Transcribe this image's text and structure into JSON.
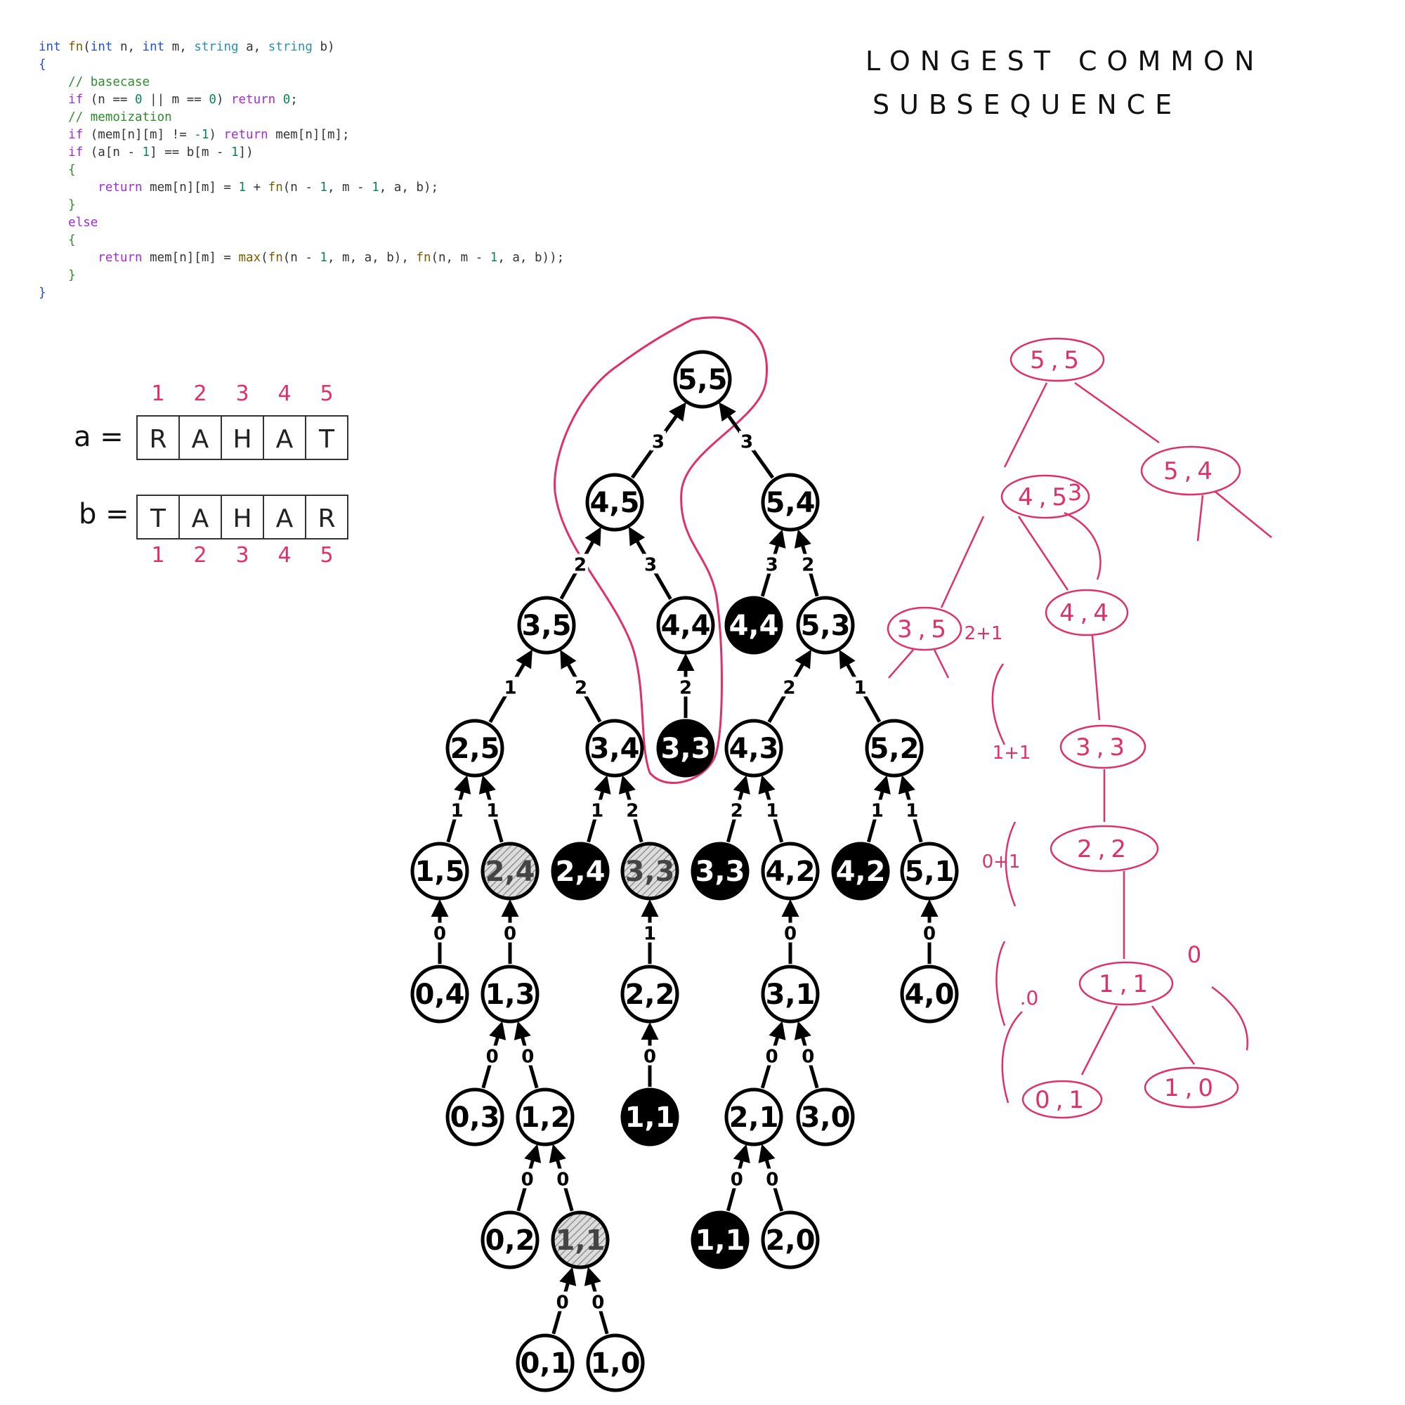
{
  "code": {
    "lines": [
      [
        [
          "kw",
          "int "
        ],
        [
          "fn",
          "fn"
        ],
        [
          "pl",
          "("
        ],
        [
          "kw",
          "int "
        ],
        [
          "pl",
          "n, "
        ],
        [
          "kw",
          "int "
        ],
        [
          "pl",
          "m, "
        ],
        [
          "ty",
          "string "
        ],
        [
          "pl",
          "a, "
        ],
        [
          "ty",
          "string "
        ],
        [
          "pl",
          "b)"
        ]
      ],
      [
        [
          "kw",
          "{"
        ]
      ],
      [
        [
          "pl",
          "    "
        ],
        [
          "cm",
          "// basecase"
        ]
      ],
      [
        [
          "pl",
          "    "
        ],
        [
          "ctl",
          "if "
        ],
        [
          "pl",
          "(n == "
        ],
        [
          "num",
          "0"
        ],
        [
          "pl",
          " || m == "
        ],
        [
          "num",
          "0"
        ],
        [
          "pl",
          ") "
        ],
        [
          "ctl",
          "return "
        ],
        [
          "num",
          "0"
        ],
        [
          "pl",
          ";"
        ]
      ],
      [
        [
          "pl",
          "    "
        ],
        [
          "cm",
          "// memoization"
        ]
      ],
      [
        [
          "pl",
          "    "
        ],
        [
          "ctl",
          "if "
        ],
        [
          "pl",
          "(mem[n][m] != "
        ],
        [
          "num",
          "-1"
        ],
        [
          "pl",
          ") "
        ],
        [
          "ctl",
          "return "
        ],
        [
          "pl",
          "mem[n][m];"
        ]
      ],
      [
        [
          "pl",
          "    "
        ],
        [
          "ctl",
          "if "
        ],
        [
          "pl",
          "(a[n - "
        ],
        [
          "num",
          "1"
        ],
        [
          "pl",
          "] == b[m - "
        ],
        [
          "num",
          "1"
        ],
        [
          "pl",
          "])"
        ]
      ],
      [
        [
          "pl",
          "    "
        ],
        [
          "cm",
          "{"
        ]
      ],
      [
        [
          "pl",
          "        "
        ],
        [
          "ctl",
          "return "
        ],
        [
          "pl",
          "mem[n][m] = "
        ],
        [
          "num",
          "1"
        ],
        [
          "pl",
          " + "
        ],
        [
          "fn",
          "fn"
        ],
        [
          "pl",
          "(n - "
        ],
        [
          "num",
          "1"
        ],
        [
          "pl",
          ", m - "
        ],
        [
          "num",
          "1"
        ],
        [
          "pl",
          ", a, b);"
        ]
      ],
      [
        [
          "pl",
          "    "
        ],
        [
          "cm",
          "}"
        ]
      ],
      [
        [
          "pl",
          "    "
        ],
        [
          "ctl",
          "else"
        ]
      ],
      [
        [
          "pl",
          "    "
        ],
        [
          "cm",
          "{"
        ]
      ],
      [
        [
          "pl",
          "        "
        ],
        [
          "ctl",
          "return "
        ],
        [
          "pl",
          "mem[n][m] = "
        ],
        [
          "fn",
          "max"
        ],
        [
          "pl",
          "("
        ],
        [
          "fn",
          "fn"
        ],
        [
          "pl",
          "(n - "
        ],
        [
          "num",
          "1"
        ],
        [
          "pl",
          ", m, a, b), "
        ],
        [
          "fn",
          "fn"
        ],
        [
          "pl",
          "(n, m - "
        ],
        [
          "num",
          "1"
        ],
        [
          "pl",
          ", a, b));"
        ]
      ],
      [
        [
          "pl",
          "    "
        ],
        [
          "cm",
          "}"
        ]
      ],
      [
        [
          "kw",
          "}"
        ]
      ]
    ]
  },
  "title": {
    "line1": "LONGEST   COMMON",
    "line2": "SUBSEQUENCE"
  },
  "strings": {
    "a_label": "a =",
    "b_label": "b =",
    "a_chars": [
      "R",
      "A",
      "H",
      "A",
      "T"
    ],
    "b_chars": [
      "T",
      "A",
      "H",
      "A",
      "R"
    ],
    "a_indices": [
      "1",
      "2",
      "3",
      "4",
      "5"
    ],
    "b_indices": [
      "1",
      "2",
      "3",
      "4",
      "5"
    ]
  },
  "tree": {
    "nodes": [
      {
        "id": "n55",
        "label": "5,5",
        "style": "white"
      },
      {
        "id": "n45",
        "label": "4,5",
        "style": "white"
      },
      {
        "id": "n54",
        "label": "5,4",
        "style": "white"
      },
      {
        "id": "n35",
        "label": "3,5",
        "style": "white"
      },
      {
        "id": "n44",
        "label": "4,4",
        "style": "white"
      },
      {
        "id": "n44b",
        "label": "4,4",
        "style": "black"
      },
      {
        "id": "n53",
        "label": "5,3",
        "style": "white"
      },
      {
        "id": "n25",
        "label": "2,5",
        "style": "white"
      },
      {
        "id": "n34",
        "label": "3,4",
        "style": "white"
      },
      {
        "id": "n33",
        "label": "3,3",
        "style": "black"
      },
      {
        "id": "n43",
        "label": "4,3",
        "style": "white"
      },
      {
        "id": "n52",
        "label": "5,2",
        "style": "white"
      },
      {
        "id": "n15",
        "label": "1,5",
        "style": "white"
      },
      {
        "id": "n24h",
        "label": "2,4",
        "style": "hatched"
      },
      {
        "id": "n24b",
        "label": "2,4",
        "style": "black"
      },
      {
        "id": "n33h",
        "label": "3,3",
        "style": "hatched"
      },
      {
        "id": "n33b",
        "label": "3,3",
        "style": "black"
      },
      {
        "id": "n42",
        "label": "4,2",
        "style": "white"
      },
      {
        "id": "n42b",
        "label": "4,2",
        "style": "black"
      },
      {
        "id": "n51",
        "label": "5,1",
        "style": "white"
      },
      {
        "id": "n04",
        "label": "0,4",
        "style": "white"
      },
      {
        "id": "n13",
        "label": "1,3",
        "style": "white"
      },
      {
        "id": "n22",
        "label": "2,2",
        "style": "white"
      },
      {
        "id": "n31",
        "label": "3,1",
        "style": "white"
      },
      {
        "id": "n40",
        "label": "4,0",
        "style": "white"
      },
      {
        "id": "n03",
        "label": "0,3",
        "style": "white"
      },
      {
        "id": "n12",
        "label": "1,2",
        "style": "white"
      },
      {
        "id": "n11a",
        "label": "1,1",
        "style": "black"
      },
      {
        "id": "n21",
        "label": "2,1",
        "style": "white"
      },
      {
        "id": "n30",
        "label": "3,0",
        "style": "white"
      },
      {
        "id": "n02",
        "label": "0,2",
        "style": "white"
      },
      {
        "id": "n11h",
        "label": "1,1",
        "style": "hatched"
      },
      {
        "id": "n11b",
        "label": "1,1",
        "style": "black"
      },
      {
        "id": "n20",
        "label": "2,0",
        "style": "white"
      },
      {
        "id": "n01",
        "label": "0,1",
        "style": "white"
      },
      {
        "id": "n10",
        "label": "1,0",
        "style": "white"
      }
    ],
    "edges": [
      {
        "from": "n45",
        "to": "n55",
        "label": "3"
      },
      {
        "from": "n54",
        "to": "n55",
        "label": "3"
      },
      {
        "from": "n35",
        "to": "n45",
        "label": "2"
      },
      {
        "from": "n44",
        "to": "n45",
        "label": "3"
      },
      {
        "from": "n44b",
        "to": "n54",
        "label": "3"
      },
      {
        "from": "n53",
        "to": "n54",
        "label": "2"
      },
      {
        "from": "n25",
        "to": "n35",
        "label": "1"
      },
      {
        "from": "n34",
        "to": "n35",
        "label": "2"
      },
      {
        "from": "n33",
        "to": "n44",
        "label": "2"
      },
      {
        "from": "n43",
        "to": "n53",
        "label": "2"
      },
      {
        "from": "n52",
        "to": "n53",
        "label": "1"
      },
      {
        "from": "n15",
        "to": "n25",
        "label": "1"
      },
      {
        "from": "n24h",
        "to": "n25",
        "label": "1"
      },
      {
        "from": "n24b",
        "to": "n34",
        "label": "1"
      },
      {
        "from": "n33h",
        "to": "n34",
        "label": "2"
      },
      {
        "from": "n33b",
        "to": "n43",
        "label": "2"
      },
      {
        "from": "n42",
        "to": "n43",
        "label": "1"
      },
      {
        "from": "n42b",
        "to": "n52",
        "label": "1"
      },
      {
        "from": "n51",
        "to": "n52",
        "label": "1"
      },
      {
        "from": "n04",
        "to": "n15",
        "label": "0"
      },
      {
        "from": "n13",
        "to": "n24h",
        "label": "0"
      },
      {
        "from": "n22",
        "to": "n33h",
        "label": "1"
      },
      {
        "from": "n31",
        "to": "n42",
        "label": "0"
      },
      {
        "from": "n40",
        "to": "n51",
        "label": "0"
      },
      {
        "from": "n03",
        "to": "n13",
        "label": "0"
      },
      {
        "from": "n12",
        "to": "n13",
        "label": "0"
      },
      {
        "from": "n11a",
        "to": "n22",
        "label": "0"
      },
      {
        "from": "n21",
        "to": "n31",
        "label": "0"
      },
      {
        "from": "n30",
        "to": "n31",
        "label": "0"
      },
      {
        "from": "n02",
        "to": "n12",
        "label": "0"
      },
      {
        "from": "n11h",
        "to": "n12",
        "label": "0"
      },
      {
        "from": "n11b",
        "to": "n21",
        "label": "0"
      },
      {
        "from": "n20",
        "to": "n21",
        "label": "0"
      },
      {
        "from": "n01",
        "to": "n11h",
        "label": "0"
      },
      {
        "from": "n10",
        "to": "n11h",
        "label": "0"
      }
    ]
  },
  "sketch": {
    "nodes": [
      {
        "id": "s55",
        "label": "5,5"
      },
      {
        "id": "s45",
        "label": "4,5"
      },
      {
        "id": "s54",
        "label": "5,4"
      },
      {
        "id": "s35",
        "label": "3,5"
      },
      {
        "id": "s44",
        "label": "4,4"
      },
      {
        "id": "s33",
        "label": "3,3"
      },
      {
        "id": "s22",
        "label": "2,2"
      },
      {
        "id": "s11",
        "label": "1,1"
      },
      {
        "id": "s01",
        "label": "0,1"
      },
      {
        "id": "s10",
        "label": "1,0"
      }
    ],
    "notes": [
      {
        "id": "note-3",
        "text": "3"
      },
      {
        "id": "note-2p1",
        "text": "2+1"
      },
      {
        "id": "note-1p1",
        "text": "1+1"
      },
      {
        "id": "note-0p1",
        "text": "0+1"
      },
      {
        "id": "note-dot0",
        "text": ".0"
      },
      {
        "id": "note-0",
        "text": "0"
      }
    ]
  },
  "colors": {
    "ink": "#000000",
    "pink": "#e0306a",
    "hatch": "#999999"
  }
}
